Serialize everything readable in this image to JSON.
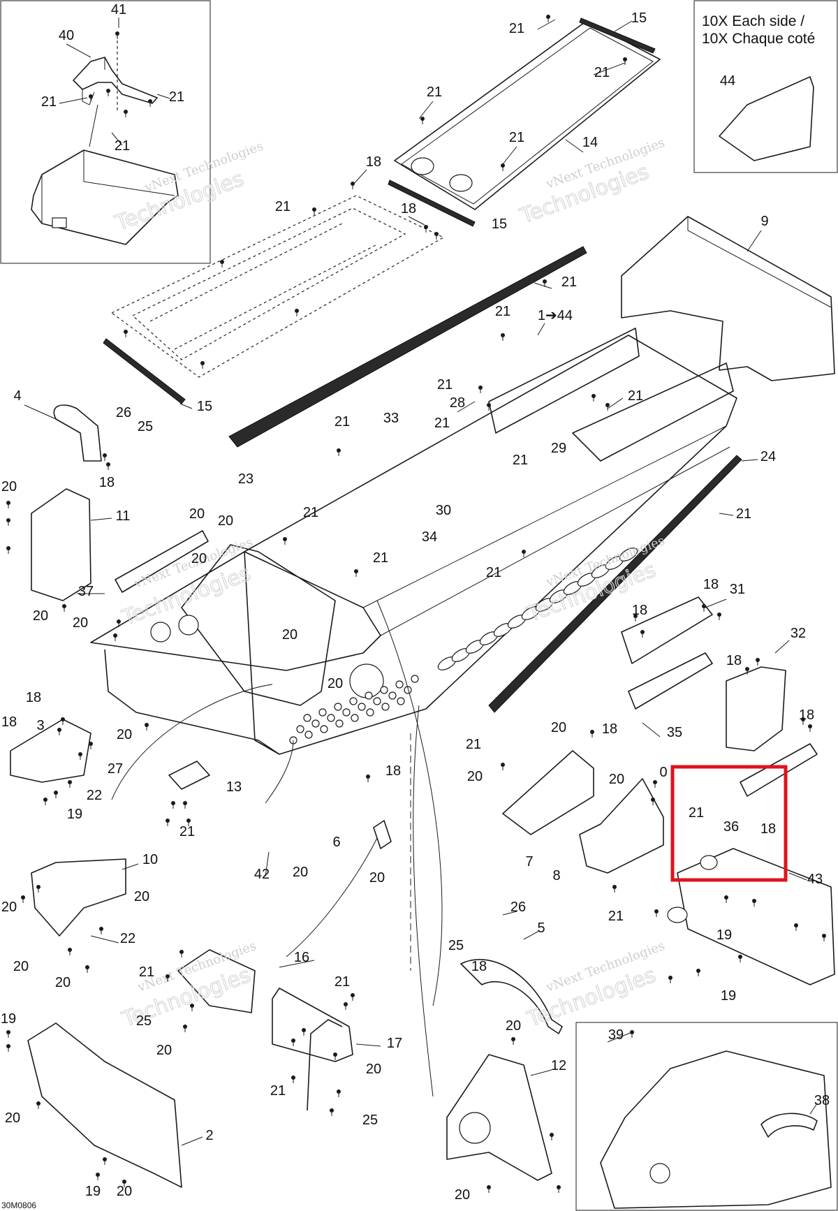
{
  "diagram": {
    "drawing_code": "30M0806",
    "note_line1": "10X Each side /",
    "note_line2": "10X Chaque coté",
    "watermark_line1": "vNext Technologies",
    "watermark_line2": "Technologies",
    "watermark_line3": "vNext",
    "callouts": {
      "c1_44": "1➔44",
      "c2": "2",
      "c3": "3",
      "c4": "4",
      "c5": "5",
      "c6": "6",
      "c7": "7",
      "c8": "8",
      "c9": "9",
      "c10": "10",
      "c11": "11",
      "c12": "12",
      "c13": "13",
      "c14": "14",
      "c15": "15",
      "c16": "16",
      "c17": "17",
      "c18": "18",
      "c19": "19",
      "c20": "20",
      "c21": "21",
      "c22": "22",
      "c23": "23",
      "c24": "24",
      "c25": "25",
      "c26": "26",
      "c27": "27",
      "c28": "28",
      "c29": "29",
      "c30": "30",
      "c31": "31",
      "c32": "32",
      "c33": "33",
      "c34": "34",
      "c35": "35",
      "c36": "36",
      "c37": "37",
      "c38": "38",
      "c39": "39",
      "c40": "40",
      "c41": "41",
      "c42": "42",
      "c43": "43",
      "c44": "44",
      "c20_partial": "0"
    },
    "highlight_color": "#e0141c"
  }
}
